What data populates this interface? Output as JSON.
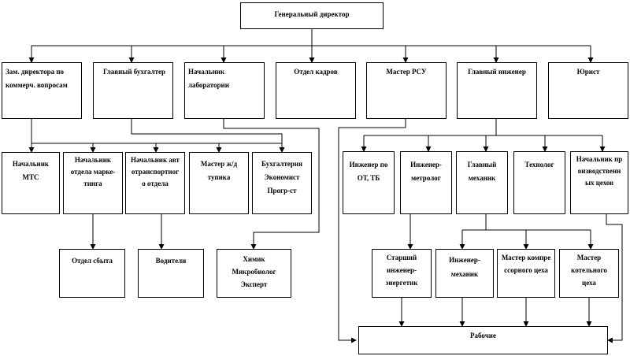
{
  "org_chart": {
    "director": "Генеральный директор",
    "level1": {
      "deputy_commercial": "Зам. директора по коммерч. вопросам",
      "chief_accountant": "Главный бухгалтер",
      "lab_head": "Начальник лаборатории",
      "hr_department": "Отдел кадров",
      "rsu_master": "Мастер РСУ",
      "chief_engineer": "Главный инженер",
      "lawyer": "Юрист"
    },
    "level2_left": {
      "mts_head": "Начальник МТС",
      "marketing_head": "Начальник отдела марке-тинга",
      "transport_head": "Начальник автотранспортного отдела",
      "railway_master": "Мастер ж/д тупика",
      "accountant_economist": "Бухгалтерия Экономист Прогр-ст"
    },
    "level2_right": {
      "safety_engineer": "Инженер по ОТ, ТБ",
      "metrology_engineer": "Инженер-метролог",
      "chief_mechanic": "Главный механик",
      "technologist": "Технолог",
      "production_head": "Начальник производственных цехов"
    },
    "level3": {
      "sales_department": "Отдел сбыта",
      "drivers": "Водители",
      "chemist": "Химик Микробиолог Эксперт",
      "senior_power_engineer": "Старший инженер-энергетик",
      "mechanical_engineer": "Инженер-механик",
      "compressor_master": "Мастер компрессорного цеха",
      "boiler_master": "Мастер котельного цеха"
    },
    "workers": "Рабочие"
  }
}
